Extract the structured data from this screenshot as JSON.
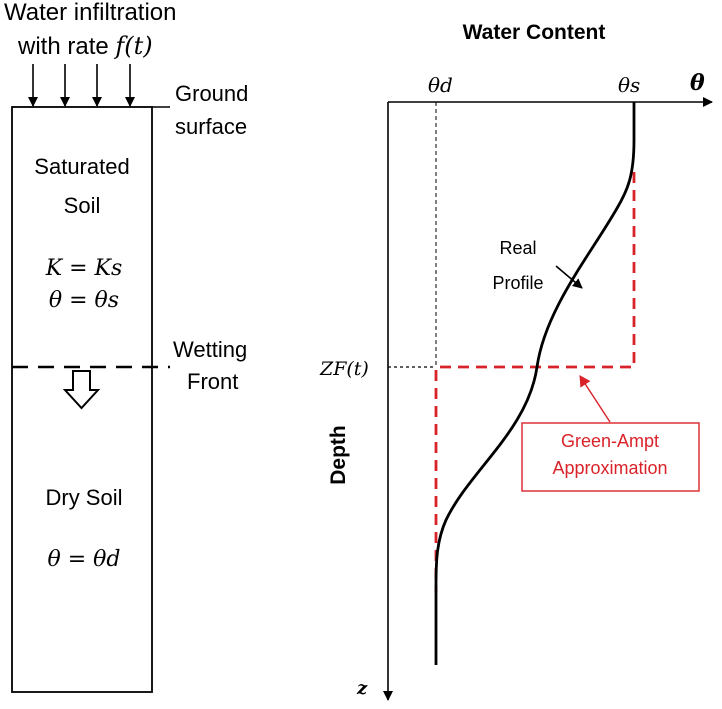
{
  "left_panel": {
    "infiltration_label": {
      "line1": "Water infiltration",
      "line2_prefix": "with rate ",
      "rate_symbol": "f(t)"
    },
    "ground_surface_label": [
      "Ground",
      "surface"
    ],
    "saturated_label": [
      "Saturated",
      "Soil"
    ],
    "saturated_equations": [
      "K = Ks",
      "θ = θs"
    ],
    "wetting_front_label": [
      "Wetting",
      "Front"
    ],
    "dry_label": "Dry Soil",
    "dry_equation": "θ = θd"
  },
  "right_panel": {
    "title": "Water Content",
    "x_axis_symbol": "θ",
    "theta_d_label": "θd",
    "theta_s_label": "θs",
    "y_axis_label": "Depth",
    "z_axis_symbol": "z",
    "zf_label": "ZF(t)",
    "real_profile_label": [
      "Real",
      "Profile"
    ],
    "green_ampt_label": [
      "Green-Ampt",
      "Approximation"
    ],
    "colors": {
      "green_ampt": "#d9232a",
      "profile": "#000000"
    }
  }
}
